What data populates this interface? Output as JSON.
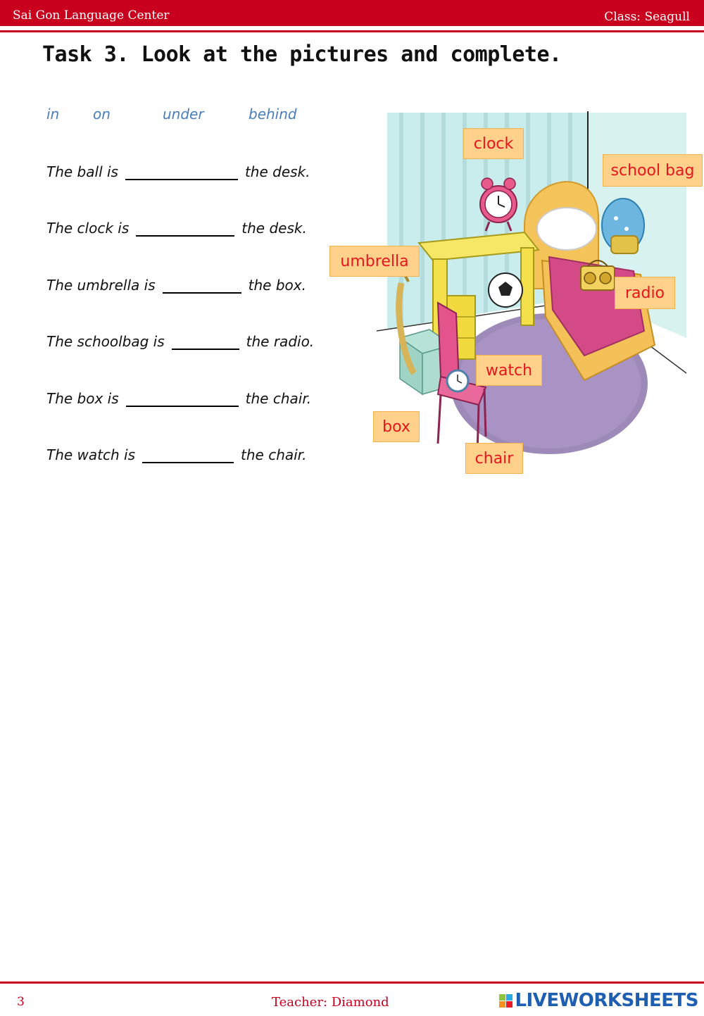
{
  "header": {
    "left_text": "Sai Gon Language Center",
    "right_text": "Class: Seagull"
  },
  "task": {
    "title": "Task 3. Look at the pictures and complete."
  },
  "word_bank": [
    "in",
    "on",
    "under",
    "behind"
  ],
  "sentences": [
    {
      "before": "The  ball  is",
      "after": "the  desk."
    },
    {
      "before": "The  clock  is",
      "after": "the  desk."
    },
    {
      "before": "The  umbrella  is",
      "after": "the  box."
    },
    {
      "before": "The  schoolbag  is",
      "after": "the  radio."
    },
    {
      "before": "The  box  is",
      "after": "the  chair."
    },
    {
      "before": "The  watch  is",
      "after": "the  chair."
    }
  ],
  "picture_labels": {
    "clock": "clock",
    "school_bag": "school bag",
    "umbrella": "umbrella",
    "radio": "radio",
    "watch": "watch",
    "box": "box",
    "chair": "chair"
  },
  "footer": {
    "page_number": "3",
    "teacher": "Teacher: Diamond",
    "brand": "LIVEWORKSHEETS"
  },
  "colors": {
    "header_red": "#c8001e",
    "word_bank_blue": "#4a7ebb",
    "label_fill": "#ffd18a",
    "label_text": "#e8151e",
    "brand_blue": "#1f5fb2"
  }
}
